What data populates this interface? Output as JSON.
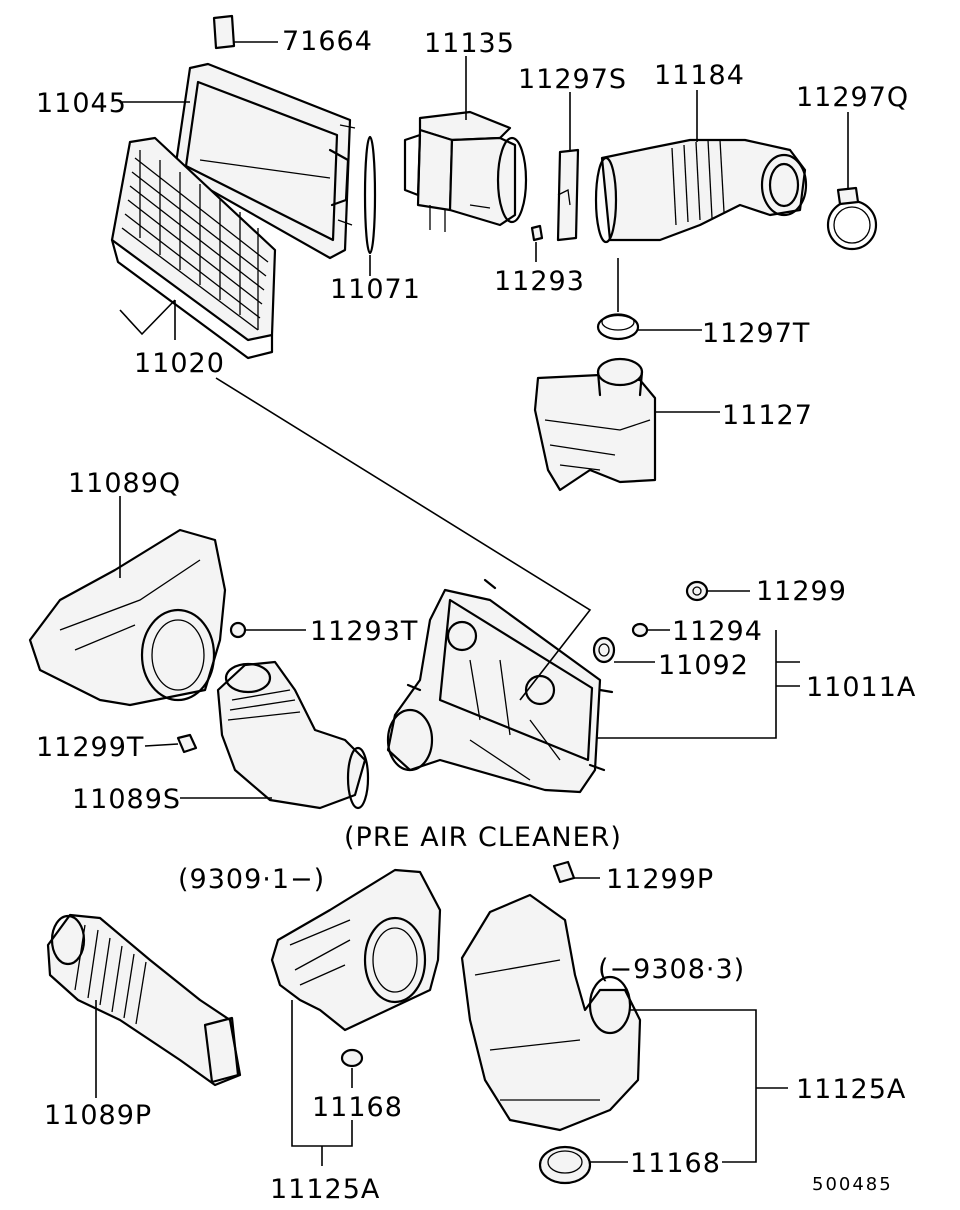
{
  "labels": {
    "p71664": "71664",
    "p11045": "11045",
    "p11135": "11135",
    "p11297S": "11297S",
    "p11184": "11184",
    "p11297Q": "11297Q",
    "p11071": "11071",
    "p11293": "11293",
    "p11020": "11020",
    "p11297T": "11297T",
    "p11127": "11127",
    "p11089Q": "11089Q",
    "p11299": "11299",
    "p11294": "11294",
    "p11293T": "11293T",
    "p11092": "11092",
    "p11011A": "11011A",
    "p11299T": "11299T",
    "p11089S": "11089S",
    "pre_air_cleaner": "(PRE AIR CLEANER)",
    "date_from": "(9309·1−)",
    "p11299P": "11299P",
    "date_to": "(−9308·3)",
    "p11125A_right": "11125A",
    "p11089P": "11089P",
    "p11168_left": "11168",
    "p11168_right": "11168",
    "p11125A_left": "11125A",
    "figure_number": "500485"
  }
}
